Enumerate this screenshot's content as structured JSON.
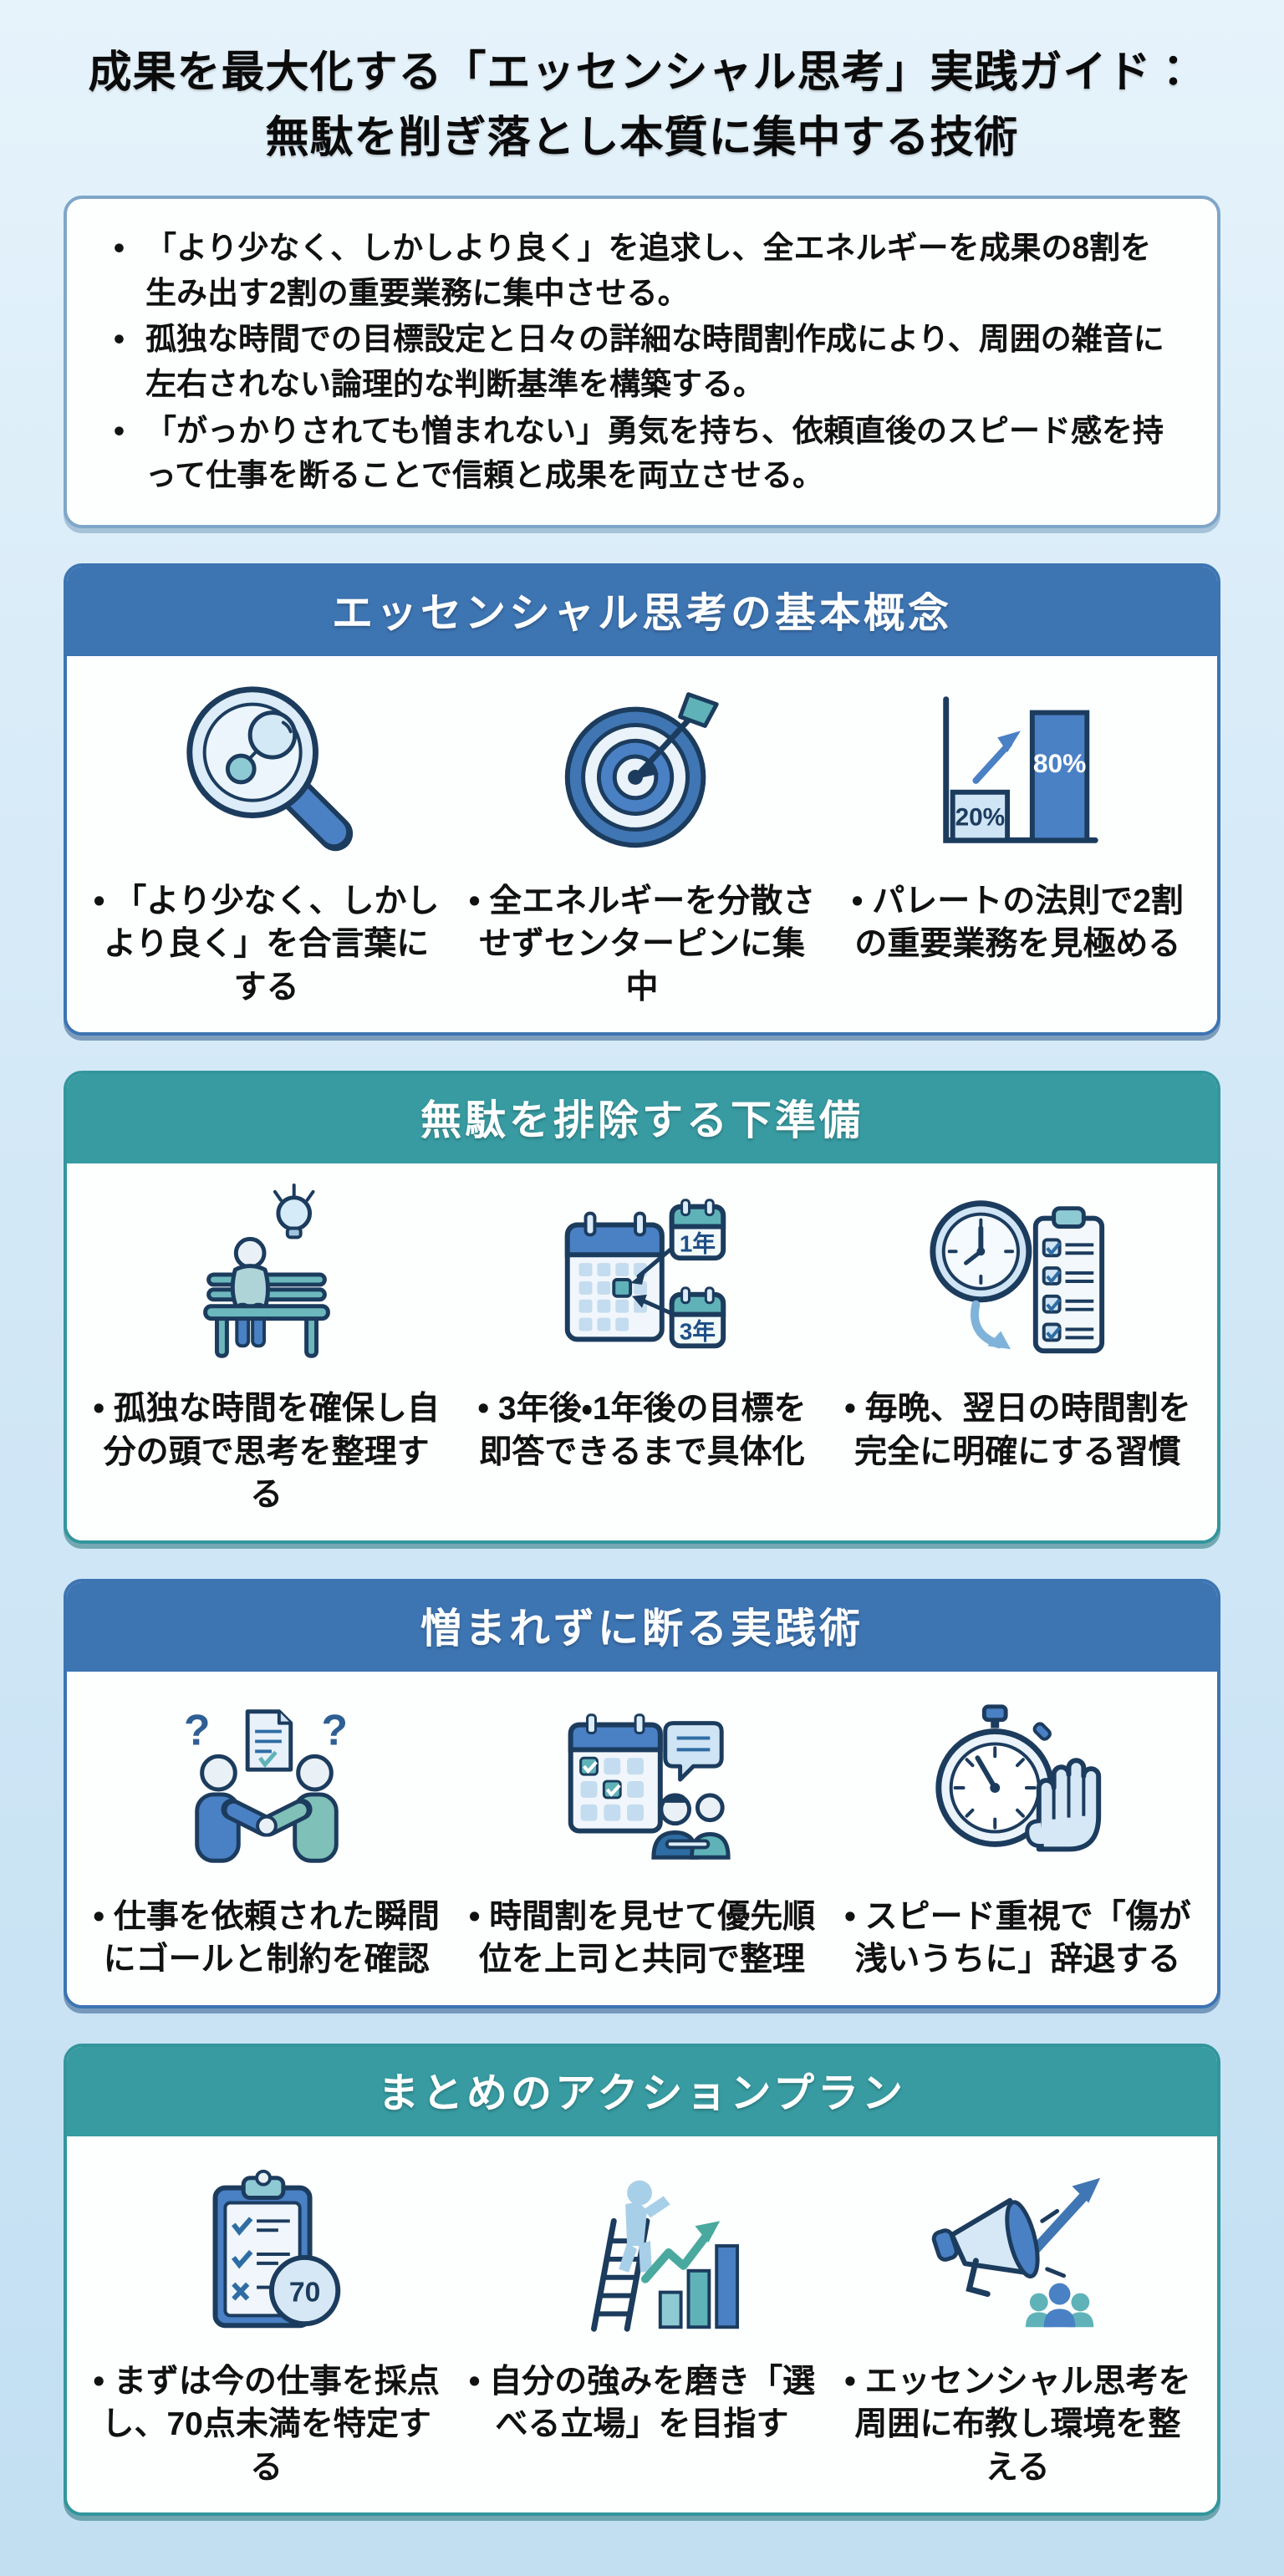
{
  "title": {
    "line1": "成果を最大化する「エッセンシャル思考」実践ガイド：",
    "line2": "無駄を削ぎ落とし本質に集中する技術"
  },
  "summary": {
    "bullets": [
      "「より少なく、しかしより良く」を追求し、全エネルギーを成果の8割を生み出す2割の重要業務に集中させる。",
      "孤独な時間での目標設定と日々の詳細な時間割作成により、周囲の雑音に左右されない論理的な判断基準を構築する。",
      "「がっかりされても憎まれない」勇気を持ち、依頼直後のスピード感を持って仕事を断ることで信頼と成果を両立させる。"
    ]
  },
  "palette": {
    "header_blue": "#3d74b2",
    "header_teal": "#379ba1",
    "background_top": "#e6f3fb",
    "background_bottom": "#c2dff2",
    "summary_border": "#7fa6c9",
    "outline_navy": "#1c3c5e"
  },
  "icon_labels": {
    "pareto_small": "20%",
    "pareto_large": "80%",
    "year_one": "1年",
    "year_three": "3年",
    "score": "70",
    "question": "?"
  },
  "sections": [
    {
      "title": "エッセンシャル思考の基本概念",
      "accent": "#3d74b2",
      "items": [
        {
          "icon": "magnifier-icon",
          "text": "「より少なく、しかしより良く」を合言葉にする"
        },
        {
          "icon": "target-icon",
          "text": "全エネルギーを分散させずセンターピンに集中"
        },
        {
          "icon": "pareto-chart-icon",
          "text": "パレートの法則で2割の重要業務を見極める"
        }
      ]
    },
    {
      "title": "無駄を排除する下準備",
      "accent": "#379ba1",
      "items": [
        {
          "icon": "thinking-bench-icon",
          "text": "孤独な時間を確保し自分の頭で思考を整理する"
        },
        {
          "icon": "goal-calendar-icon",
          "text": "3年後・1年後の目標を即答できるまで具体化"
        },
        {
          "icon": "clock-checklist-icon",
          "text": "毎晩、翌日の時間割を完全に明確にする習慣"
        }
      ]
    },
    {
      "title": "憎まれずに断る実践術",
      "accent": "#3d74b2",
      "items": [
        {
          "icon": "handshake-question-icon",
          "text": "仕事を依頼された瞬間にゴールと制約を確認"
        },
        {
          "icon": "schedule-discussion-icon",
          "text": "時間割を見せて優先順位を上司と共同で整理"
        },
        {
          "icon": "stopwatch-stop-hand-icon",
          "text": "スピード重視で「傷が浅いうちに」辞退する"
        }
      ]
    },
    {
      "title": "まとめのアクションプラン",
      "accent": "#379ba1",
      "items": [
        {
          "icon": "scoring-clipboard-icon",
          "text": "まずは今の仕事を採点し、70点未満を特定する"
        },
        {
          "icon": "ladder-growth-icon",
          "text": "自分の強みを磨き「選べる立場」を目指す"
        },
        {
          "icon": "megaphone-spread-icon",
          "text": "エッセンシャル思考を周囲に布教し環境を整える"
        }
      ]
    }
  ]
}
